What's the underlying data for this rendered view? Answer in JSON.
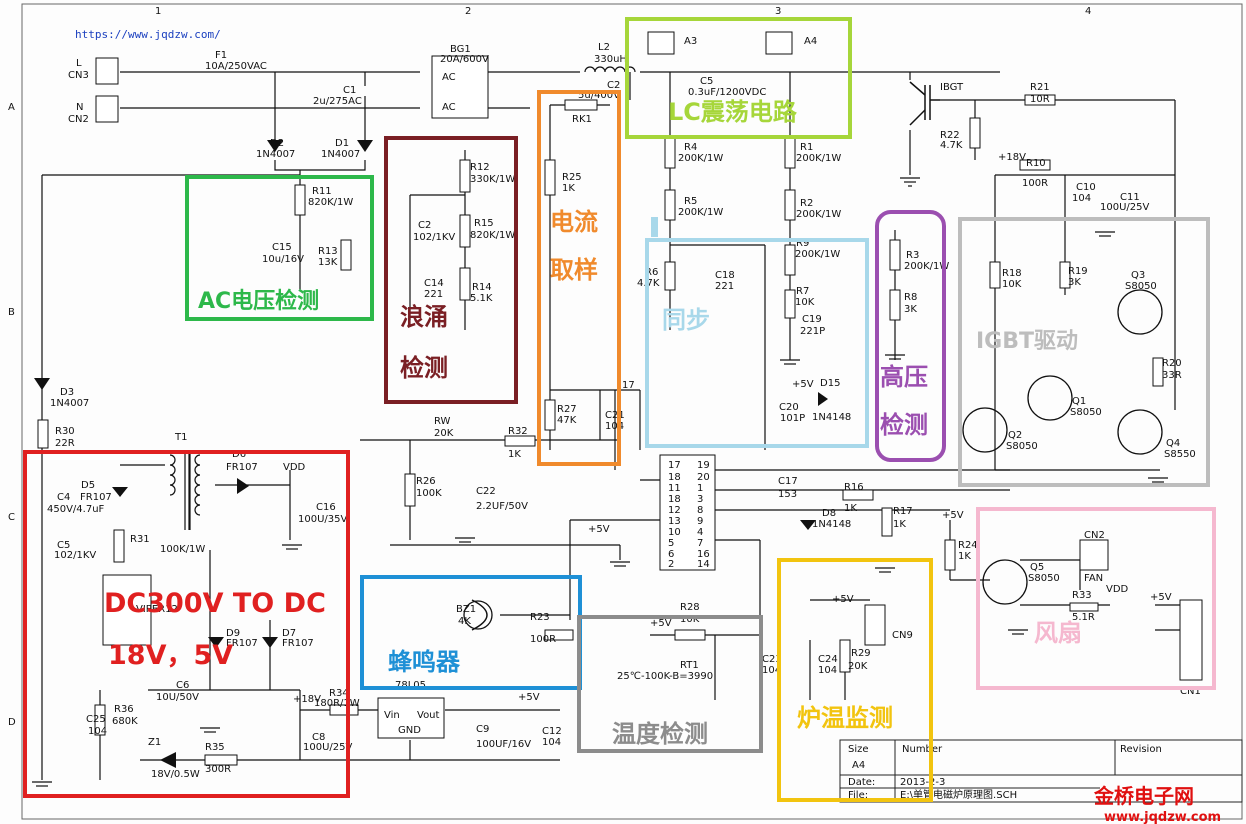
{
  "url": "https://www.jqdzw.com/",
  "grid_numbers_top": [
    "1",
    "2",
    "3",
    "4"
  ],
  "grid_letters_side": [
    "A",
    "B",
    "C",
    "D"
  ],
  "zones": {
    "ac_voltage": {
      "label": "AC电压检测",
      "color": "#2db84a"
    },
    "surge": {
      "label1": "浪涌",
      "label2": "检测",
      "color": "#7a1f24"
    },
    "current": {
      "label1": "电流",
      "label2": "取样",
      "color": "#f08a2c"
    },
    "lc": {
      "label": "LC震荡电路",
      "color": "#a6d63a"
    },
    "sync": {
      "label": "同步",
      "color": "#a8d8ea"
    },
    "high_voltage": {
      "label1": "高压",
      "label2": "检测",
      "color": "#9b4fb0"
    },
    "igbt": {
      "label": "IGBT驱动",
      "color": "#bdbdbd"
    },
    "power": {
      "label1": "DC300V TO DC",
      "label2": "18V，5V",
      "color": "#e02020"
    },
    "buzzer": {
      "label": "蜂鸣器",
      "color": "#1e90d6"
    },
    "temp": {
      "label": "温度检测",
      "color": "#8c8c8c"
    },
    "pan_temp": {
      "label": "炉温监测",
      "color": "#f2c40f"
    },
    "fan": {
      "label": "风扇",
      "color": "#f5b8cf"
    }
  },
  "components": {
    "cn3": "CN3",
    "l": "L",
    "cn2": "CN2",
    "n": "N",
    "f1": "F1",
    "f1_val": "10A/250VAC",
    "c1": "C1",
    "c1_val": "2u/275AC",
    "bg1": "BG1",
    "bg1_val": "20A/600V",
    "ac": "AC",
    "l2": "L2",
    "l2_val": "330uH",
    "c2": "C2",
    "c2_val": "5u/400V",
    "a3": "A3",
    "a4": "A4",
    "c5": "C5",
    "c5_val": "0.3uF/1200VDC",
    "ibgt": "IBGT",
    "r21": "R21",
    "r21_val": "10R",
    "r22": "R22",
    "r22_val": "4.7K",
    "d2": "D2",
    "d2_val": "1N4007",
    "d1": "D1",
    "d1_val": "1N4007",
    "r11": "R11",
    "r11_val": "820K/1W",
    "c15": "C15",
    "c15_val": "10u/16V",
    "r13": "R13",
    "r13_val": "13K",
    "r12": "R12",
    "r12_val": "330K/1W",
    "c2b": "C2",
    "c2b_val": "102/1KV",
    "r15": "R15",
    "r15_val": "820K/1W",
    "c14": "C14",
    "c14_val": "221",
    "r14": "R14",
    "r14_val": "5.1K",
    "rk1": "RK1",
    "r25": "R25",
    "r25_val": "1K",
    "r4": "R4",
    "r4_val": "200K/1W",
    "r5": "R5",
    "r5_val": "200K/1W",
    "r1": "R1",
    "r1_val": "200K/1W",
    "r2": "R2",
    "r2_val": "200K/1W",
    "r10": "R10",
    "r10_val": "100R",
    "p18v": "+18V",
    "c10": "C10",
    "c10_val": "104",
    "c11": "C11",
    "c11_val": "100U/25V",
    "r6": "R6",
    "r6_val": "4.7K",
    "c18": "C18",
    "c18_val": "221",
    "r9": "R9",
    "r9_val": "200K/1W",
    "r7": "R7",
    "r7_val": "10K",
    "c19": "C19",
    "c19_val": "221P",
    "r3": "R3",
    "r3_val": "200K/1W",
    "r8": "R8",
    "r8_val": "3K",
    "r18": "R18",
    "r18_val": "10K",
    "r19": "R19",
    "r19_val": "3K",
    "q3": "Q3",
    "q3_val": "S8050",
    "r20": "R20",
    "r20_val": "33R",
    "q1": "Q1",
    "q1_val": "S8050",
    "q2": "Q2",
    "q2_val": "S8050",
    "q4": "Q4",
    "q4_val": "S8550",
    "d3": "D3",
    "d3_val": "1N4007",
    "r30": "R30",
    "r30_val": "22R",
    "r27": "R27",
    "r27_val": "47K",
    "c21": "C21",
    "c21_val": "104",
    "rw": "RW",
    "rw_val": "20K",
    "r32": "R32",
    "r32_val": "1K",
    "r26": "R26",
    "r26_val": "100K",
    "c22": "C22",
    "c22_val": "2.2UF/50V",
    "p5v": "+5V",
    "d15": "D15",
    "d15_val": "1N4148",
    "c20": "C20",
    "c20_val": "101P",
    "c17": "C17",
    "c17_val": "153",
    "r16": "R16",
    "r16_val": "1K",
    "r17": "R17",
    "r17_val": "1K",
    "d8a": "D8",
    "d8a_val": "1N4148",
    "r24": "R24",
    "r24_val": "1K",
    "q5": "Q5",
    "q5_val": "S8050",
    "cn2b": "CN2",
    "fan": "FAN",
    "r33": "R33",
    "r33_val": "5.1R",
    "vdd": "VDD",
    "cn1": "CN1",
    "t1": "T1",
    "d5": "D5",
    "d5_val": "FR107",
    "d6": "D6",
    "d6_val": "FR107",
    "c4": "C4",
    "c4_val": "450V/4.7uF",
    "c5b": "C5",
    "c5b_val": "102/1KV",
    "r31": "R31",
    "r100k": "100K/1W",
    "c16": "C16",
    "c16_val": "100U/35V",
    "d9": "D9",
    "d9_val": "FR107",
    "d7": "D7",
    "d7_val": "FR107",
    "viper": "VIPER12",
    "c6": "C6",
    "c6_val": "10U/50V",
    "r36": "R36",
    "r36_val": "680K",
    "c25": "C25",
    "c25_val": "104",
    "z1": "Z1",
    "z1_val": "18V/0.5W",
    "r35": "R35",
    "r35_val": "300R",
    "bz1": "BZ1",
    "bz1_val": "4K",
    "r23": "R23",
    "r23_val": "100R",
    "r28": "R28",
    "r28_val": "10K",
    "rt1": "RT1",
    "rt1_val": "25℃-100K-B=3990",
    "c23": "C23",
    "c23_val": "104",
    "u78l05": "78L05",
    "vin": "Vin",
    "vout": "Vout",
    "gnd": "GND",
    "r34": "R34",
    "r34_val": "180R/1W",
    "c8": "C8",
    "c8_val": "100U/25V",
    "c9": "C9",
    "c9_val": "100UF/16V",
    "c12": "C12",
    "c12_val": "104",
    "c24": "C24",
    "c24_val": "104",
    "r29": "R29",
    "r29_val": "20K",
    "cn9": "CN9",
    "ic_left_pins": [
      "17",
      "18",
      "11",
      "18",
      "12",
      "13",
      "10",
      "5",
      "6",
      "2"
    ],
    "ic_right_pins": [
      "19",
      "20",
      "1",
      "3",
      "8",
      "9",
      "4",
      "7",
      "16",
      "14"
    ],
    "pin17": "17"
  },
  "title_block": {
    "size_label": "Size",
    "size_value": "A4",
    "number_label": "Number",
    "revision_label": "Revision",
    "date_label": "Date:",
    "date_value": "2013-2-3",
    "file_label": "File:",
    "file_value": "E:\\单管电磁炉原理图.SCH"
  },
  "watermark": {
    "name": "金桥电子网",
    "url": "www.jqdzw.com",
    "color": "#e01010"
  }
}
